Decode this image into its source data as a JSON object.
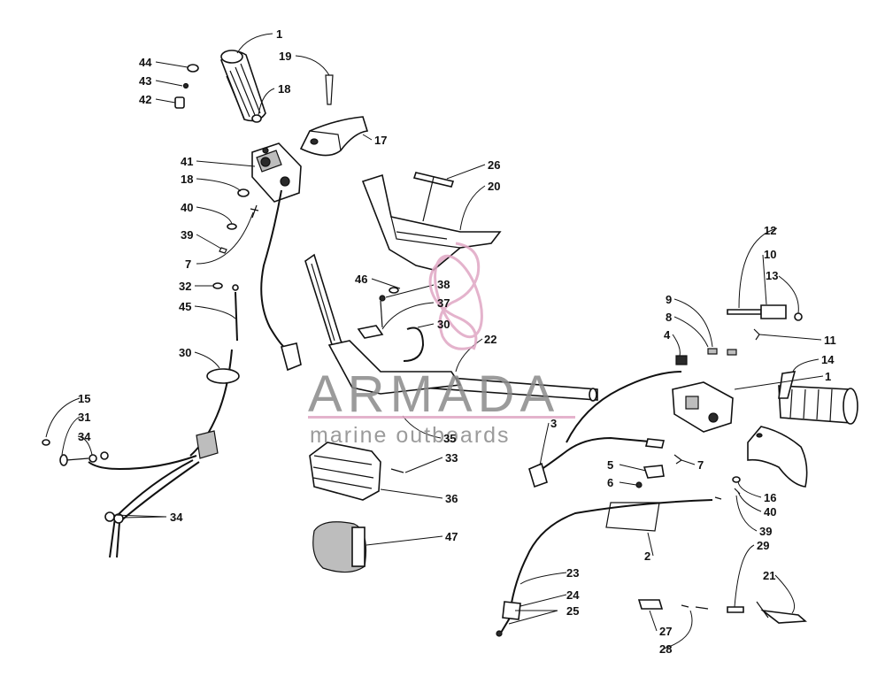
{
  "watermark": {
    "brand": "ARMADA",
    "tagline": "marine outboards",
    "logo_color": "#e0a6c4",
    "text_color": "#8a8a8a"
  },
  "callouts": {
    "c1a": "1",
    "c1b": "1",
    "c2": "2",
    "c3": "3",
    "c4": "4",
    "c5": "5",
    "c6": "6",
    "c7a": "7",
    "c7b": "7",
    "c8": "8",
    "c9": "9",
    "c10": "10",
    "c11": "11",
    "c12": "12",
    "c13": "13",
    "c14": "14",
    "c15": "15",
    "c16": "16",
    "c17": "17",
    "c18a": "18",
    "c18b": "18",
    "c19": "19",
    "c20": "20",
    "c21": "21",
    "c22": "22",
    "c23": "23",
    "c24": "24",
    "c25": "25",
    "c26": "26",
    "c27": "27",
    "c28": "28",
    "c29": "29",
    "c30a": "30",
    "c30b": "30",
    "c31": "31",
    "c32": "32",
    "c33": "33",
    "c34a": "34",
    "c34b": "34",
    "c35": "35",
    "c36": "36",
    "c37": "37",
    "c38": "38",
    "c39a": "39",
    "c39b": "39",
    "c40a": "40",
    "c40b": "40",
    "c41": "41",
    "c42": "42",
    "c43": "43",
    "c44": "44",
    "c45": "45",
    "c46": "46",
    "c47": "47"
  }
}
